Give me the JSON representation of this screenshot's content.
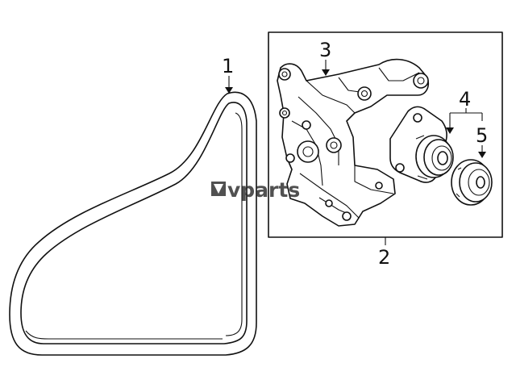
{
  "callouts": [
    {
      "id": "1",
      "label": "1",
      "part": "drive-belt"
    },
    {
      "id": "2",
      "label": "2",
      "part": "bracket-assembly"
    },
    {
      "id": "3",
      "label": "3",
      "part": "mounting-bracket"
    },
    {
      "id": "4",
      "label": "4",
      "part": "tensioner-pulley"
    },
    {
      "id": "5",
      "label": "5",
      "part": "idler-pulley"
    }
  ],
  "watermark": {
    "text": "vparts",
    "icon": "gear-logo-icon",
    "color": "#2b2b2b"
  },
  "colors": {
    "line": "#111111",
    "background": "#ffffff"
  }
}
